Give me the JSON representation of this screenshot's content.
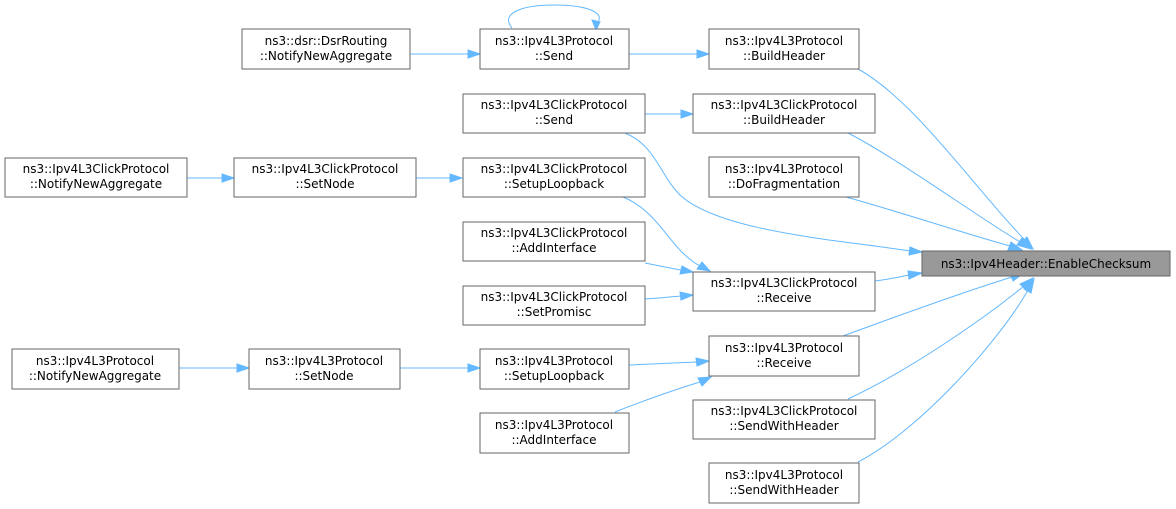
{
  "colors": {
    "edge": "#63b8ff",
    "node_border": "#666666",
    "root_fill": "#999999"
  },
  "nodes": {
    "root": {
      "line1": "ns3::Ipv4Header::EnableChecksum",
      "line2": ""
    },
    "ipv4l3_buildheader": {
      "line1": "ns3::Ipv4L3Protocol",
      "line2": "::BuildHeader"
    },
    "ipv4l3_send": {
      "line1": "ns3::Ipv4L3Protocol",
      "line2": "::Send"
    },
    "dsr_notify": {
      "line1": "ns3::dsr::DsrRouting",
      "line2": "::NotifyNewAggregate"
    },
    "click_buildheader": {
      "line1": "ns3::Ipv4L3ClickProtocol",
      "line2": "::BuildHeader"
    },
    "click_send": {
      "line1": "ns3::Ipv4L3ClickProtocol",
      "line2": "::Send"
    },
    "ipv4l3_dofrag": {
      "line1": "ns3::Ipv4L3Protocol",
      "line2": "::DoFragmentation"
    },
    "click_receive": {
      "line1": "ns3::Ipv4L3ClickProtocol",
      "line2": "::Receive"
    },
    "click_addinterface": {
      "line1": "ns3::Ipv4L3ClickProtocol",
      "line2": "::AddInterface"
    },
    "click_setpromisc": {
      "line1": "ns3::Ipv4L3ClickProtocol",
      "line2": "::SetPromisc"
    },
    "click_setuploopback": {
      "line1": "ns3::Ipv4L3ClickProtocol",
      "line2": "::SetupLoopback"
    },
    "click_setnode": {
      "line1": "ns3::Ipv4L3ClickProtocol",
      "line2": "::SetNode"
    },
    "click_notify": {
      "line1": "ns3::Ipv4L3ClickProtocol",
      "line2": "::NotifyNewAggregate"
    },
    "ipv4l3_receive": {
      "line1": "ns3::Ipv4L3Protocol",
      "line2": "::Receive"
    },
    "ipv4l3_setuploopback": {
      "line1": "ns3::Ipv4L3Protocol",
      "line2": "::SetupLoopback"
    },
    "ipv4l3_addinterface": {
      "line1": "ns3::Ipv4L3Protocol",
      "line2": "::AddInterface"
    },
    "ipv4l3_setnode": {
      "line1": "ns3::Ipv4L3Protocol",
      "line2": "::SetNode"
    },
    "ipv4l3_notify": {
      "line1": "ns3::Ipv4L3Protocol",
      "line2": "::NotifyNewAggregate"
    },
    "click_sendwithheader": {
      "line1": "ns3::Ipv4L3ClickProtocol",
      "line2": "::SendWithHeader"
    },
    "ipv4l3_sendwithheader": {
      "line1": "ns3::Ipv4L3Protocol",
      "line2": "::SendWithHeader"
    }
  },
  "edges": [
    {
      "from": "ipv4l3_buildheader",
      "to": "root"
    },
    {
      "from": "click_buildheader",
      "to": "root"
    },
    {
      "from": "click_send",
      "to": "root"
    },
    {
      "from": "ipv4l3_dofrag",
      "to": "root"
    },
    {
      "from": "click_receive",
      "to": "root"
    },
    {
      "from": "ipv4l3_receive",
      "to": "root"
    },
    {
      "from": "click_sendwithheader",
      "to": "root"
    },
    {
      "from": "ipv4l3_sendwithheader",
      "to": "root"
    },
    {
      "from": "ipv4l3_send",
      "to": "ipv4l3_buildheader"
    },
    {
      "from": "ipv4l3_send",
      "to": "ipv4l3_send"
    },
    {
      "from": "dsr_notify",
      "to": "ipv4l3_send"
    },
    {
      "from": "click_send",
      "to": "click_buildheader"
    },
    {
      "from": "click_setuploopback",
      "to": "click_receive"
    },
    {
      "from": "click_addinterface",
      "to": "click_receive"
    },
    {
      "from": "click_setpromisc",
      "to": "click_receive"
    },
    {
      "from": "click_setnode",
      "to": "click_setuploopback"
    },
    {
      "from": "click_notify",
      "to": "click_setnode"
    },
    {
      "from": "ipv4l3_setuploopback",
      "to": "ipv4l3_receive"
    },
    {
      "from": "ipv4l3_addinterface",
      "to": "ipv4l3_receive"
    },
    {
      "from": "ipv4l3_setnode",
      "to": "ipv4l3_setuploopback"
    },
    {
      "from": "ipv4l3_notify",
      "to": "ipv4l3_setnode"
    }
  ]
}
